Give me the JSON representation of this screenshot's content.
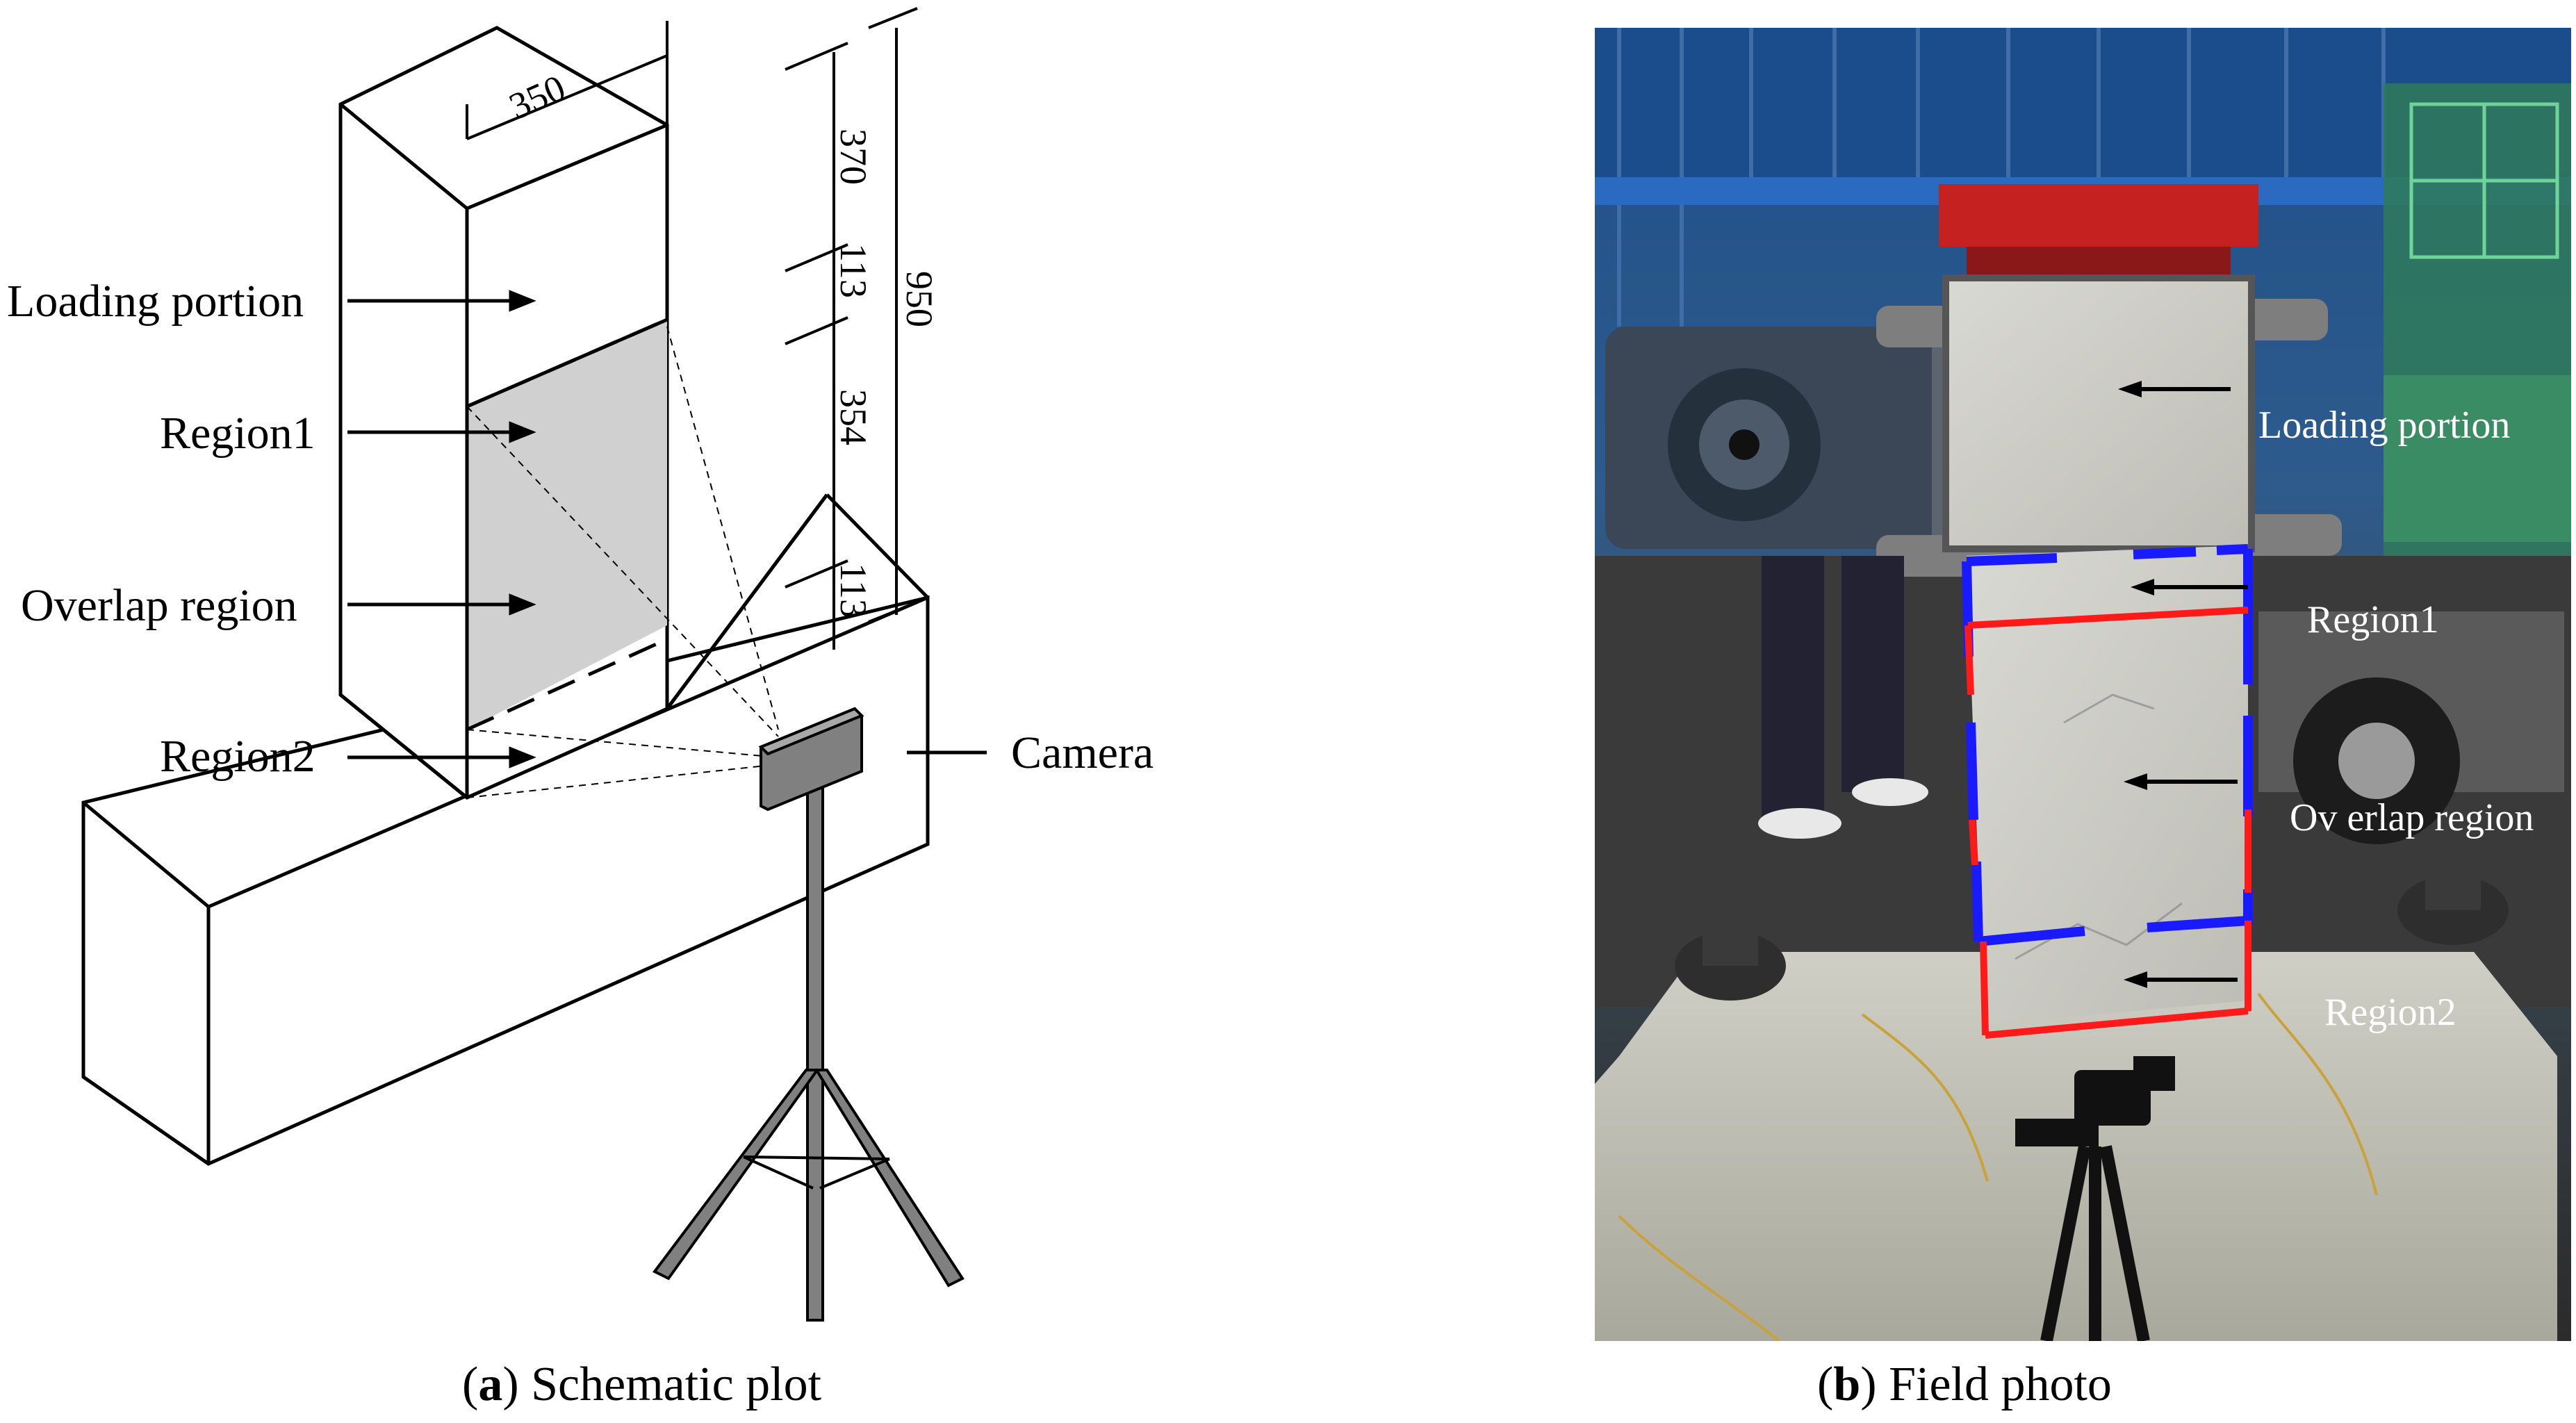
{
  "panel_a": {
    "caption_letter": "a",
    "caption_text": "Schematic plot",
    "labels": {
      "loading": "Loading portion",
      "region1": "Region1",
      "overlap": "Overlap region",
      "region2": "Region2",
      "camera": "Camera"
    },
    "dimensions": {
      "width": "350",
      "d1": "370",
      "d2": "113",
      "d3": "354",
      "d4": "113",
      "total": "950"
    },
    "colors": {
      "overlap_fill": "#d0d0d0",
      "tripod": "#808080"
    }
  },
  "panel_b": {
    "caption_letter": "b",
    "caption_text": "Field photo",
    "labels": {
      "loading": "Loading portion",
      "region1": "Region1",
      "overlap": "Ov erlap region",
      "region2": "Region2"
    },
    "colors": {
      "region_blue": "#1a1aff",
      "region_red": "#ff1a1a"
    }
  }
}
